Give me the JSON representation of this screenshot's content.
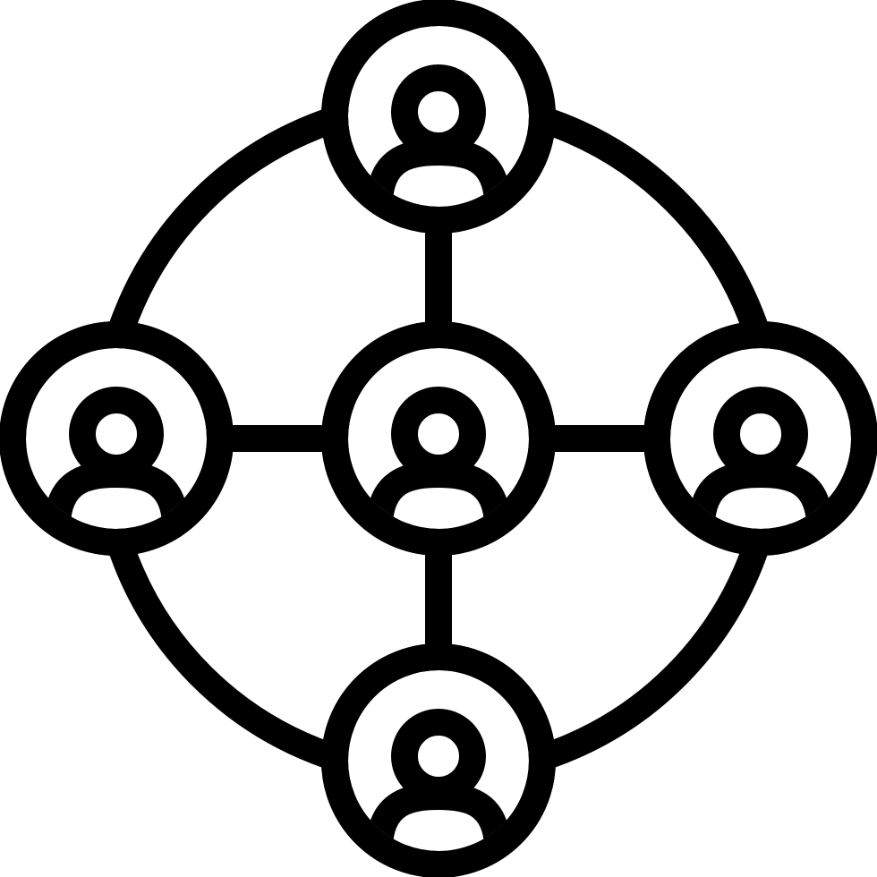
{
  "icon": {
    "name": "user-network-icon",
    "stroke_color": "#000000",
    "fill_color": "#ffffff",
    "background": "#ffffff",
    "nodes": [
      {
        "id": "top"
      },
      {
        "id": "left"
      },
      {
        "id": "center"
      },
      {
        "id": "right"
      },
      {
        "id": "bottom"
      }
    ]
  }
}
